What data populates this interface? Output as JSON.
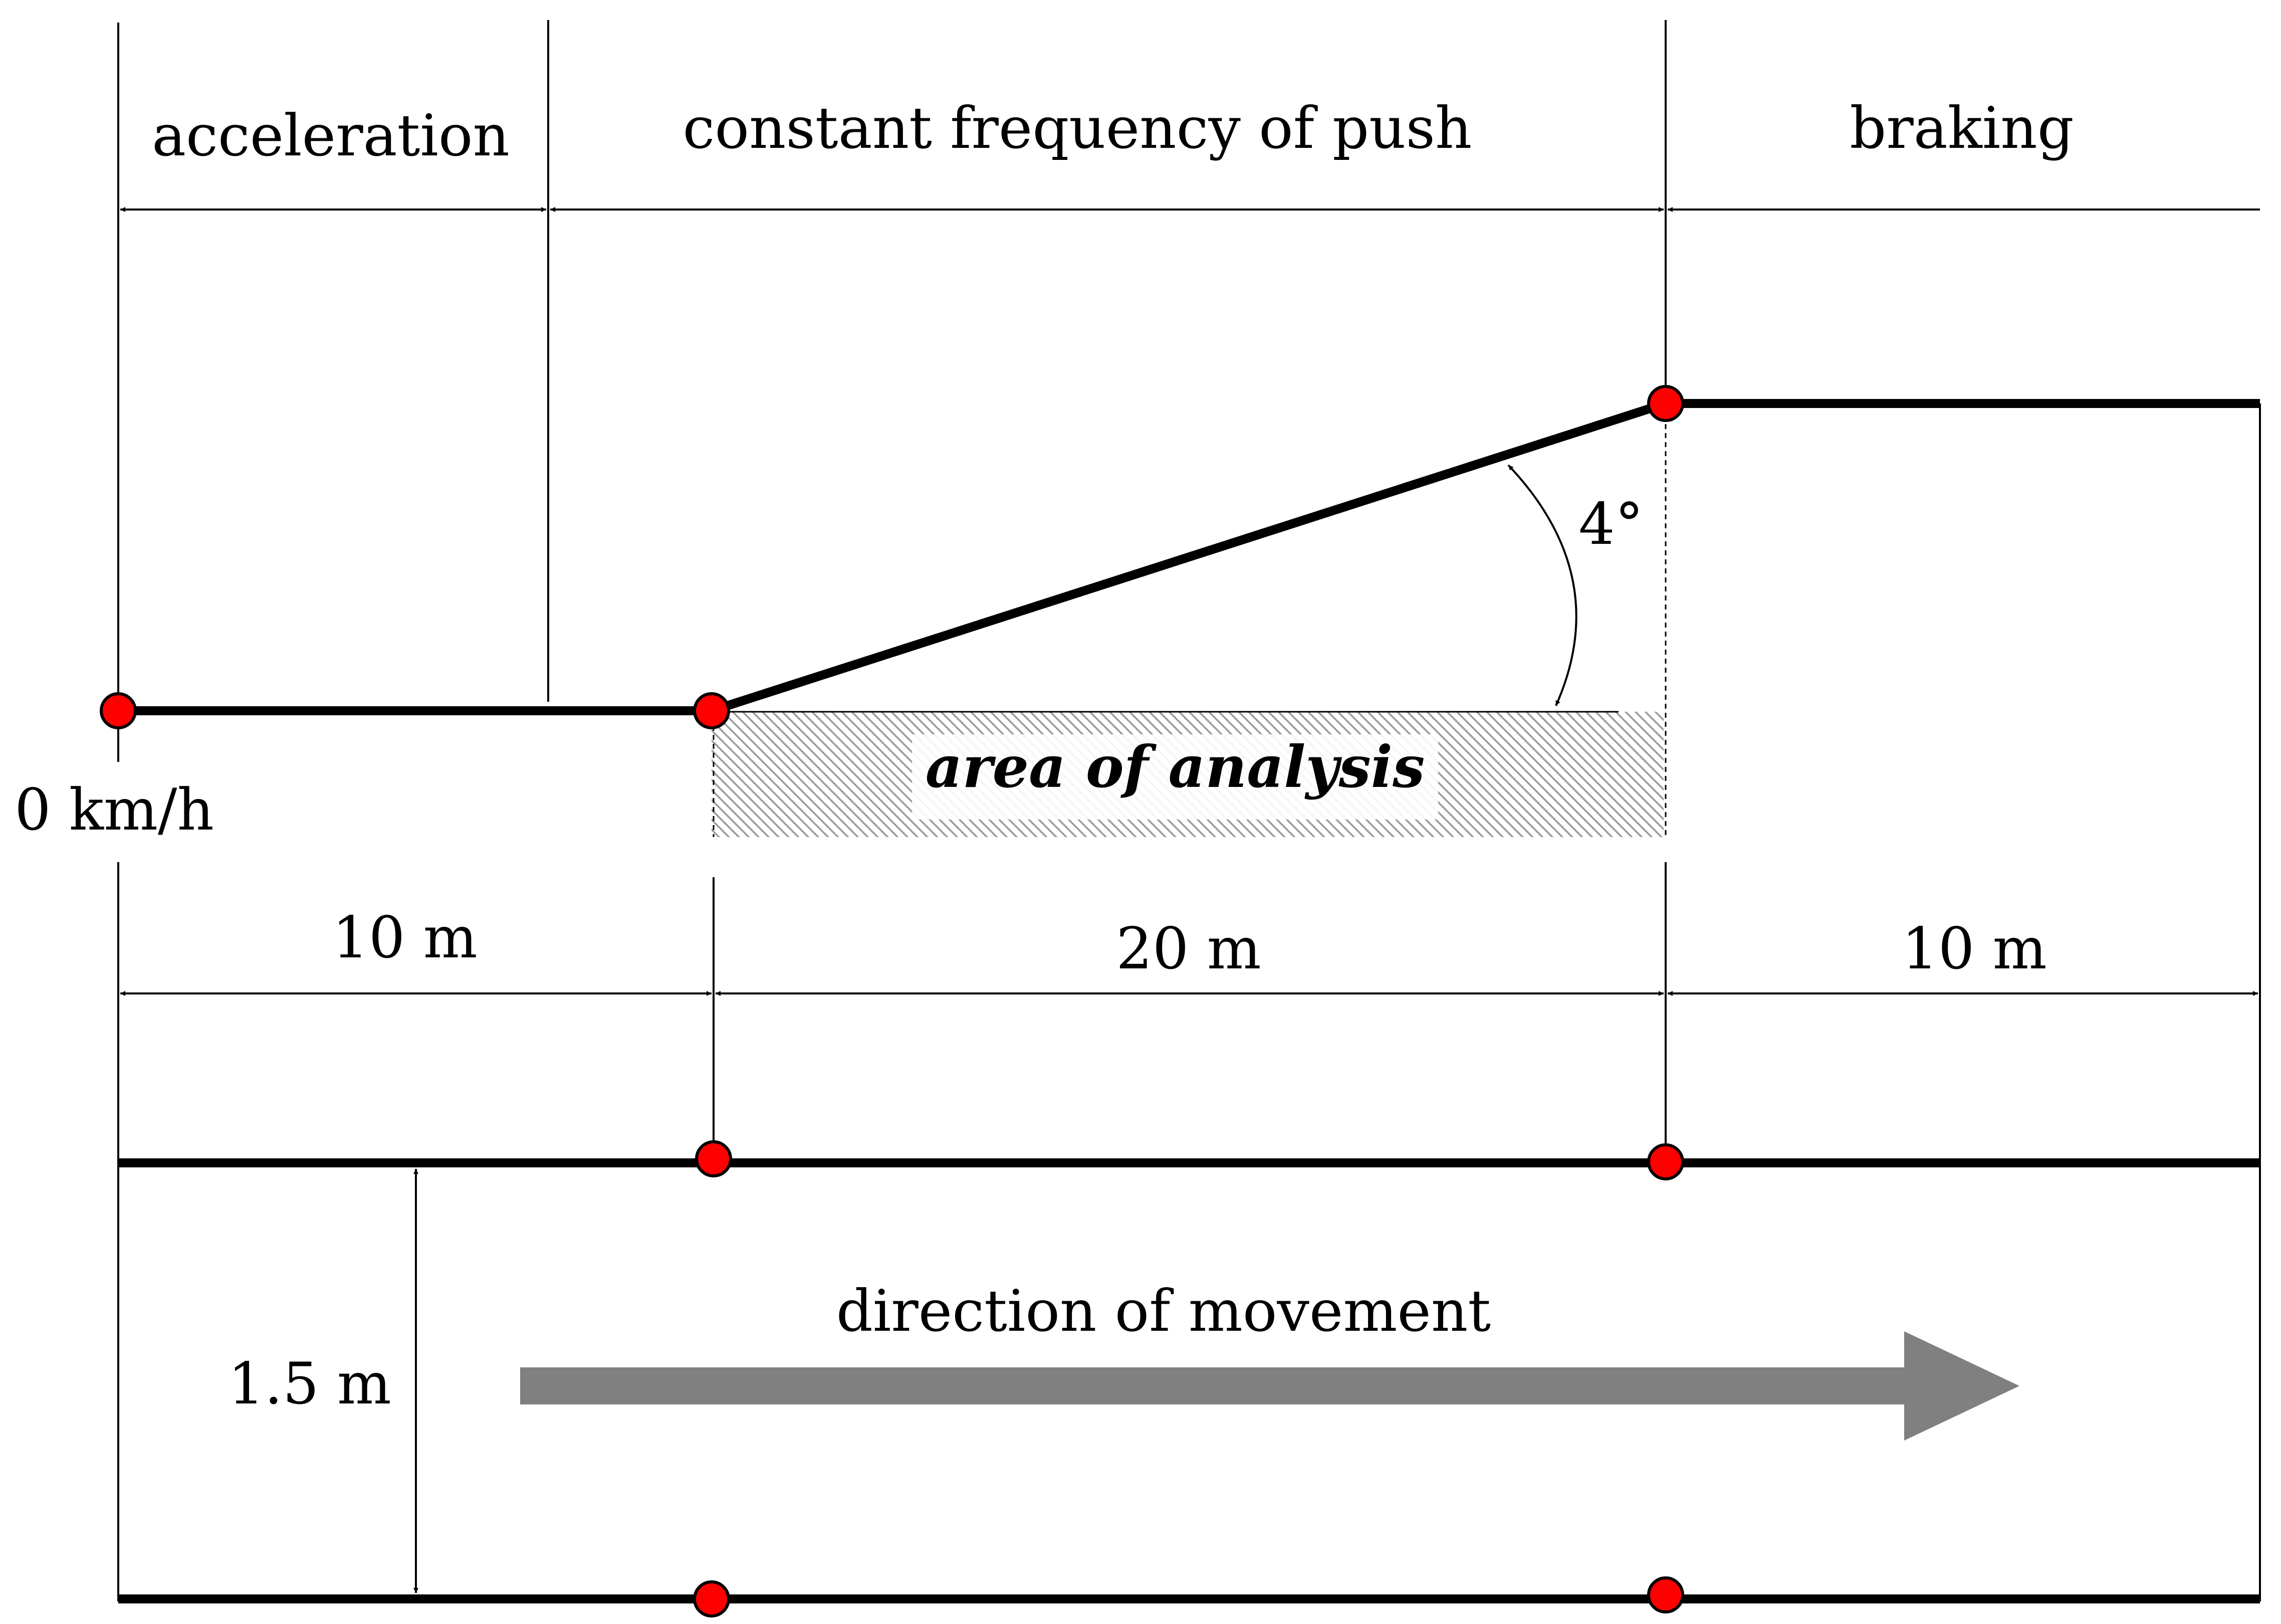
{
  "phases": {
    "acceleration": "acceleration",
    "constant": "constant frequency of push",
    "braking": "braking"
  },
  "labels": {
    "start_speed": "0 km/h",
    "angle": "4°",
    "area": "area of analysis",
    "dist_accel": "10 m",
    "dist_analysis": "20 m",
    "dist_braking": "10 m",
    "track_width": "1.5 m",
    "direction": "direction of movement"
  },
  "colors": {
    "line": "#000000",
    "marker": "#ff0000",
    "arrow": "#808080",
    "hatch": "#9a9a9a"
  }
}
